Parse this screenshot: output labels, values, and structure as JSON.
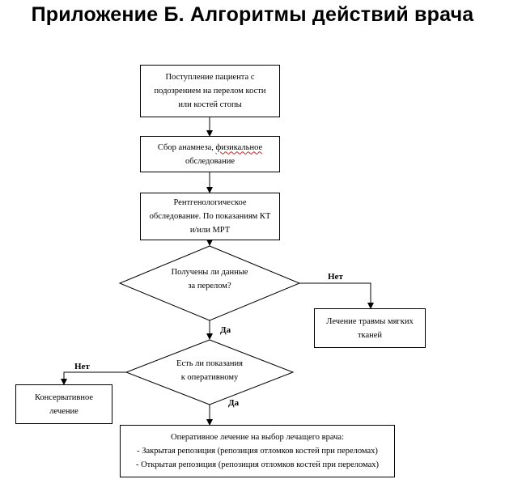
{
  "title": "Приложение Б. Алгоритмы действий врача",
  "nodes": {
    "admission": {
      "lines": [
        "Поступление пациента с",
        "подозрением на перелом кости",
        "или костей стопы"
      ]
    },
    "anamnesis": {
      "line1_a": "Сбор анамнеза, ",
      "line1_b": "физикальное",
      "line2": "обследование"
    },
    "xray": {
      "lines": [
        "Рентгенологическое",
        "обследование. По показаниям КТ",
        "и/или МРТ"
      ]
    },
    "decision_fracture": {
      "lines": [
        "Получены ли данные",
        "за перелом?"
      ]
    },
    "soft_tissue": {
      "lines": [
        "Лечение травмы мягких",
        "тканей"
      ]
    },
    "decision_surgery": {
      "lines": [
        "Есть ли показания",
        "к оперативному"
      ]
    },
    "conservative": {
      "lines": [
        "Консервативное",
        "лечение"
      ]
    },
    "surgery": {
      "lines": [
        "Оперативное лечение на выбор лечащего врача:",
        "- Закрытая репозиция (репозиция отломков костей при переломах)",
        "- Открытая репозиция (репозиция отломков костей при переломах)"
      ]
    }
  },
  "edges": {
    "fracture_no": "Нет",
    "fracture_yes": "Да",
    "surgery_no": "Нет",
    "surgery_yes": "Да"
  }
}
